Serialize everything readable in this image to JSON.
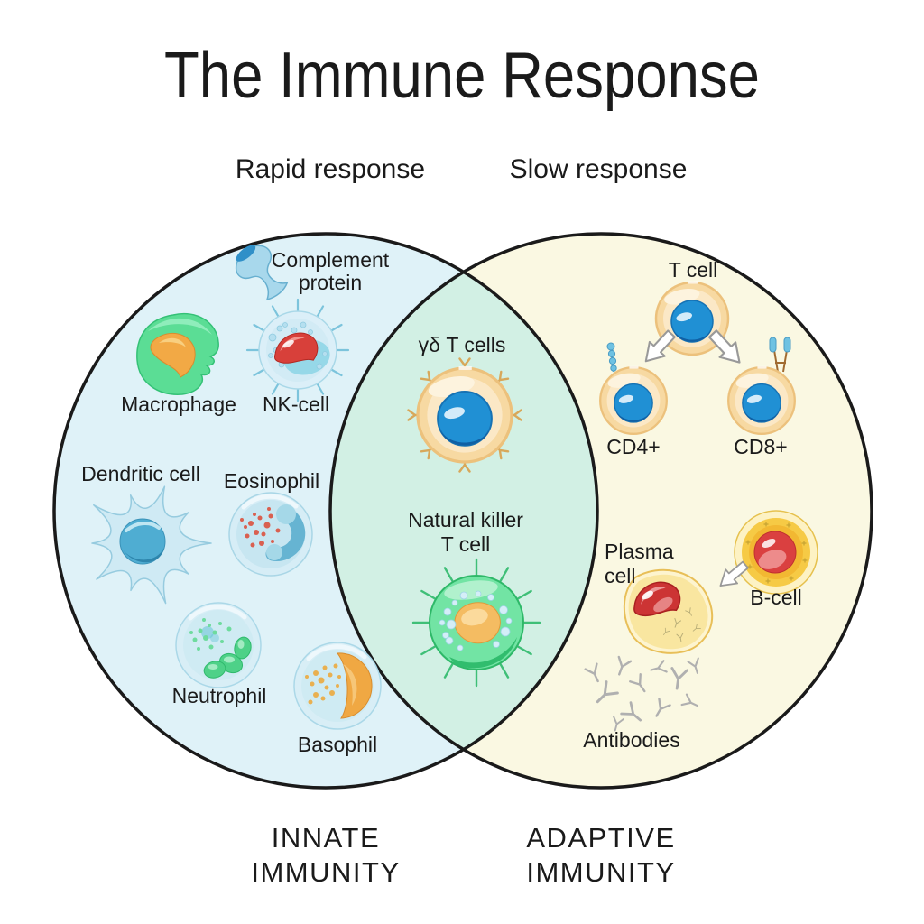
{
  "title": "The Immune Response",
  "headers": {
    "rapid": "Rapid response",
    "slow": "Slow response"
  },
  "venn": {
    "left_fill": "#dff2f8",
    "right_fill": "#faf8e2",
    "overlap_fill": "#d2f0e4",
    "outline_color": "#1a1a1a",
    "category_label_color": "#3a4fa3",
    "innate_line1": "INNATE",
    "innate_line2": "IMMUNITY",
    "adaptive_line1": "ADAPTIVE",
    "adaptive_line2": "IMMUNITY"
  },
  "labels": {
    "complement_line1": "Complement",
    "complement_line2": "protein",
    "macrophage": "Macrophage",
    "nk_cell": "NK-cell",
    "dendritic": "Dendritic cell",
    "eosinophil": "Eosinophil",
    "neutrophil": "Neutrophil",
    "basophil": "Basophil",
    "gamma_delta": "γδ T cells",
    "nkt_line1": "Natural killer",
    "nkt_line2": "T cell",
    "t_cell": "T cell",
    "cd4": "CD4+",
    "cd8": "CD8+",
    "plasma_line1": "Plasma",
    "plasma_line2": "cell",
    "b_cell": "B-cell",
    "antibodies": "Antibodies"
  }
}
